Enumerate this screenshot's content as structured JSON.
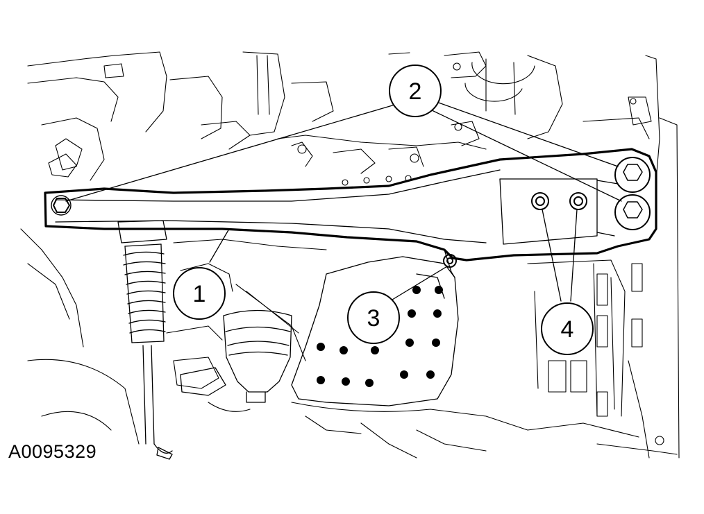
{
  "figure_id": "A0095329",
  "callouts": [
    {
      "id": "callout-1",
      "label": "1"
    },
    {
      "id": "callout-2",
      "label": "2"
    },
    {
      "id": "callout-3",
      "label": "3"
    },
    {
      "id": "callout-4",
      "label": "4"
    }
  ],
  "colors": {
    "line": "#000000",
    "background": "#ffffff"
  }
}
